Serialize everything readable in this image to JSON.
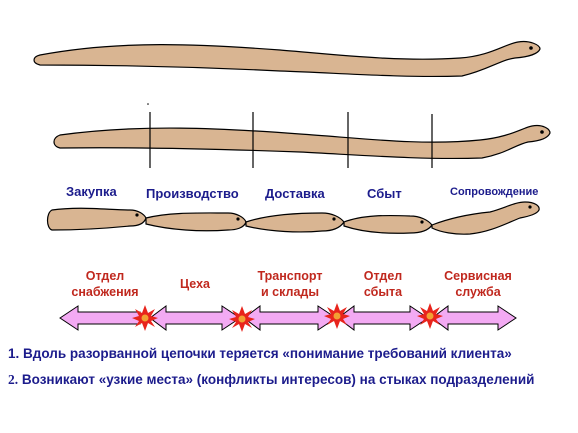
{
  "stages": [
    "Закупка",
    "Производство",
    "Доставка",
    "Сбыт",
    "Сопровождение"
  ],
  "departments": [
    {
      "line1": "Отдел",
      "line2": "снабжения"
    },
    {
      "line1": "Цеха",
      "line2": ""
    },
    {
      "line1": "Транспорт",
      "line2": "и склады"
    },
    {
      "line1": "Отдел",
      "line2": "сбыта"
    },
    {
      "line1": "Сервисная",
      "line2": "служба"
    }
  ],
  "notes": [
    {
      "num": "1.",
      "text": "Вдоль разорванной цепочки теряется «понимание требований клиента»"
    },
    {
      "num": "2.",
      "text": "Возникают «узкие места» (конфликты интересов) на стыках подразделений"
    }
  ],
  "colors": {
    "worm_fill": "#d9b592",
    "arrow_fill": "#f3aaf3",
    "burst_fill": "#e8241c",
    "burst_core": "#f2a033",
    "stage_text": "#1c1c8c",
    "dept_text": "#c0281e"
  }
}
